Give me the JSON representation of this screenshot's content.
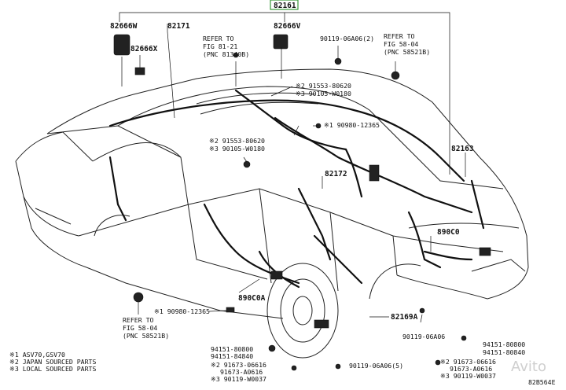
{
  "top_part": "82161",
  "part_labels": {
    "p82666W": "82666W",
    "p82171": "82171",
    "p82666X": "82666X",
    "p82666V": "82666V",
    "p90119_06a06_2": "90119-06A06(2)",
    "p82163": "82163",
    "p82172": "82172",
    "p890C0": "890C0",
    "p890C0A": "890C0A",
    "p82169A": "82169A",
    "p90119_06a06": "90119-06A06",
    "p90119_06a06_5": "90119-06A06(5)",
    "p9415180800_l": "94151-80800",
    "p9415184840_l": "94151-84840",
    "p9415180800_r": "94151-80800",
    "p9415180840_r": "94151-80840",
    "s2_9167306616_l": "※2 91673-06616",
    "s3_9167306616_l": "91673-A0616",
    "s3_90119_w0037_l": "※3 90119-W0037",
    "s2_9167306616_r": "※2 91673-06616",
    "s3_91673a0616_r": "91673-A0616",
    "s3_90119_w0037_r": "※3 90119-W0037",
    "s2_9155380620_t": "※2 91553-80620",
    "s3_90105w0180_t": "※3 90105-W0180",
    "s1_9098012365_t": "※1 90980-12365",
    "s2_9155380620_m": "※2 91553-80620",
    "s3_90105w0180_m": "※3 90105-W0180",
    "s1_9098012365_b": "※1 90980-12365"
  },
  "refer_boxes": {
    "ref1": [
      "REFER TO",
      "FIG 81-21",
      "(PNC 81340B)"
    ],
    "ref2": [
      "REFER TO",
      "FIG 58-04",
      "(PNC 58521B)"
    ],
    "ref3": [
      "REFER TO",
      "FIG 58-04",
      "(PNC 58521B)"
    ]
  },
  "legend": [
    "※1 ASV70,GSV70",
    "※2 JAPAN SOURCED PARTS",
    "※3 LOCAL SOURCED PARTS"
  ],
  "code": "82B564E",
  "watermark": "Avito",
  "colors": {
    "top_part_box": "#3a9a3a",
    "ink": "#111111",
    "watermark": "#cfcfcf"
  }
}
